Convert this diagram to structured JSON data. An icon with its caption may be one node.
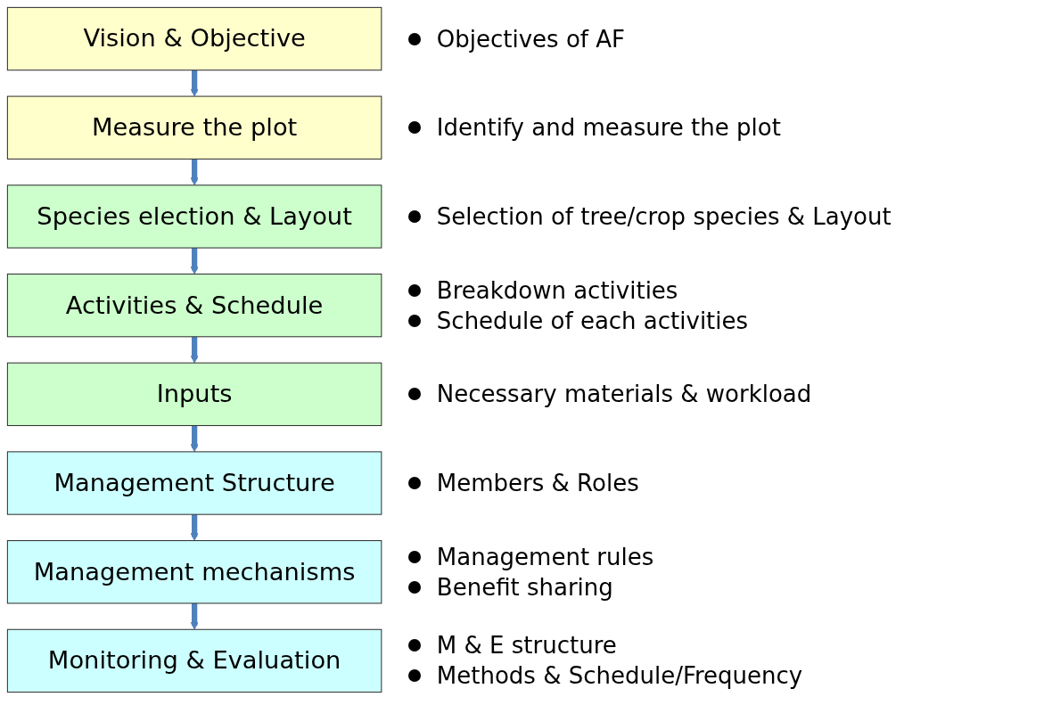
{
  "diagram": {
    "nodes": [
      {
        "text": [
          "Vision & Objective"
        ],
        "beside": [
          "Objectives of AF"
        ]
      },
      {
        "text": [
          "Measure the plot"
        ],
        "beside": [
          "Identify and measure the plot"
        ]
      },
      {
        "text": [
          "Species election & Layout"
        ],
        "beside": [
          "Selection of tree/crop species & Layout"
        ]
      },
      {
        "text": [
          "Activities & Schedule"
        ],
        "beside": [
          "Breakdown activities",
          "Schedule of each activities"
        ]
      },
      {
        "text": [
          "Inputs"
        ],
        "beside": [
          "Necessary materials & workload"
        ]
      },
      {
        "text": [
          "Management Structure"
        ],
        "beside": [
          "Members & Roles"
        ]
      },
      {
        "text": [
          "Management mechanisms"
        ],
        "beside": [
          "Management rules",
          "Benefit sharing"
        ]
      },
      {
        "text": [
          "Monitoring & Evaluation"
        ],
        "beside": [
          "M & E structure",
          "Methods & Schedule/Frequency"
        ]
      }
    ],
    "edges": [
      {
        "from": 0,
        "to": 1,
        "arrow": "to"
      },
      {
        "from": 1,
        "to": 2,
        "arrow": "to"
      },
      {
        "from": 2,
        "to": 3,
        "arrow": "to"
      },
      {
        "from": 3,
        "to": 4,
        "arrow": "to"
      },
      {
        "from": 4,
        "to": 5,
        "arrow": "to"
      },
      {
        "from": 5,
        "to": 6,
        "arrow": "to"
      },
      {
        "from": 6,
        "to": 7,
        "arrow": "to"
      }
    ]
  }
}
